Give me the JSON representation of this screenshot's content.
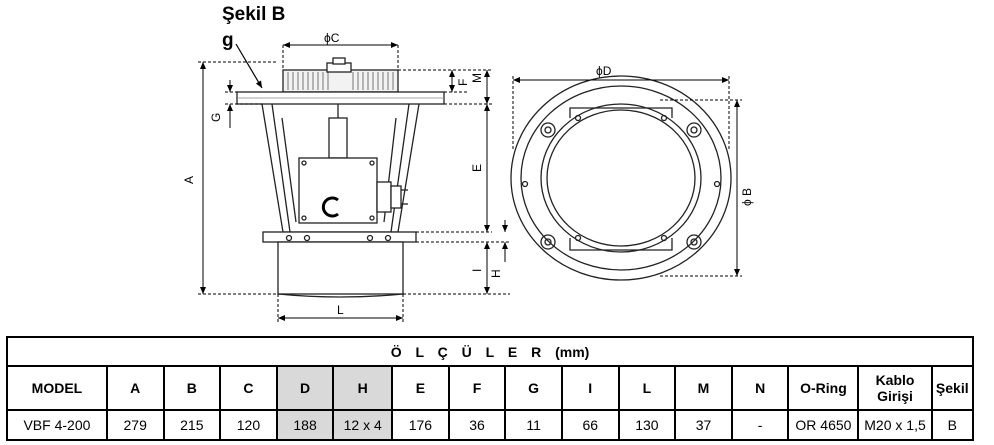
{
  "figure": {
    "title": "Şekil B",
    "label_g": "g",
    "dim_labels": {
      "C": "ϕC",
      "D": "ϕD",
      "B": "ϕ B",
      "A": "A",
      "E": "E",
      "F": "F",
      "M": "M",
      "G": "G",
      "I": "I",
      "H": "H",
      "L": "L"
    }
  },
  "table": {
    "title_letters": "Ö L Ç Ü L E R",
    "title_unit": "(mm)",
    "headers": [
      "MODEL",
      "A",
      "B",
      "C",
      "D",
      "H",
      "E",
      "F",
      "G",
      "I",
      "L",
      "M",
      "N",
      "O-Ring",
      "Kablo Girişi",
      "Şekil"
    ],
    "shaded_columns": [
      "D",
      "H"
    ],
    "rows": [
      [
        "VBF 4-200",
        "279",
        "215",
        "120",
        "188",
        "12 x 4",
        "176",
        "36",
        "11",
        "66",
        "130",
        "37",
        "-",
        "OR 4650",
        "M20 x 1,5",
        "B"
      ]
    ]
  }
}
